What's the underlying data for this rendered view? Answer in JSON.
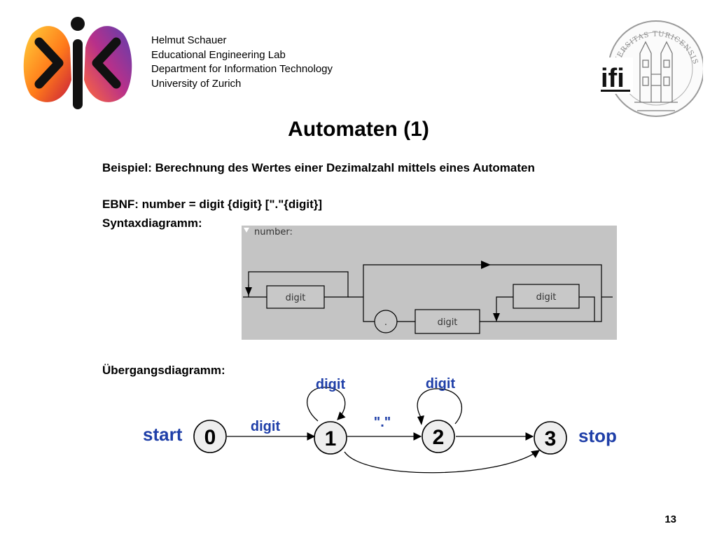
{
  "header": {
    "author": "Helmut Schauer",
    "lab": "Educational Engineering Lab",
    "department": "Department for Information Technology",
    "university": "University of Zurich"
  },
  "logos": {
    "left": "ieel-logo",
    "right_text": "ifi",
    "seal_text": "UNIVERSITAS TURICENSIS"
  },
  "slide": {
    "title": "Automaten (1)",
    "intro": "Beispiel: Berechnung des Wertes einer Dezimalzahl mittels eines Automaten",
    "ebnf": "EBNF: number = digit {digit} [\".\"{digit}]",
    "syntax_label": "Syntaxdiagramm:",
    "transition_label": "Übergangsdiagramm:",
    "page_number": "13"
  },
  "syntax_diagram": {
    "header": "number:",
    "boxes": [
      "digit",
      "digit",
      "digit"
    ],
    "dot": "."
  },
  "transition_diagram": {
    "start_label": "start",
    "stop_label": "stop",
    "states": [
      "0",
      "1",
      "2",
      "3"
    ],
    "edge_labels": {
      "e01": "digit",
      "loop1": "digit",
      "e12": "\".\"",
      "loop2": "digit"
    }
  },
  "colors": {
    "accent_blue": "#1f3fa8",
    "syntax_bg": "#c4c4c4",
    "state_fill": "#eeeeee"
  }
}
